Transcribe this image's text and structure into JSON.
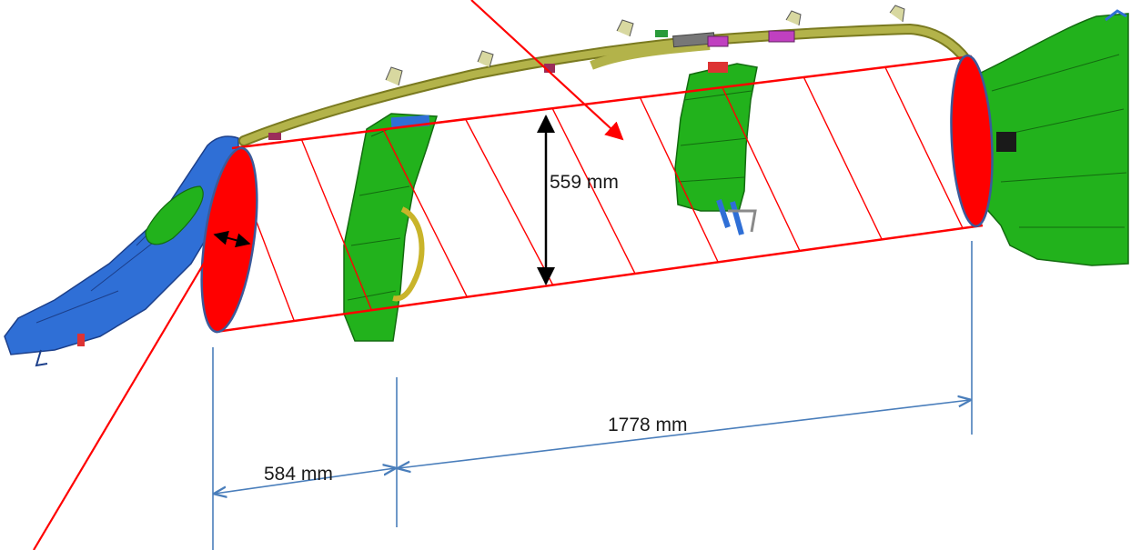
{
  "dimensions": {
    "height": "559 mm",
    "length": "1778 mm",
    "offset": "584 mm"
  },
  "colors": {
    "trim_blue": "#2f6fd6",
    "trim_green": "#22b21c",
    "harness_olive": "#b3b34a",
    "marker_red": "#ff0000",
    "dimension_blue": "#4a7ebb",
    "arrow_black": "#000000"
  }
}
